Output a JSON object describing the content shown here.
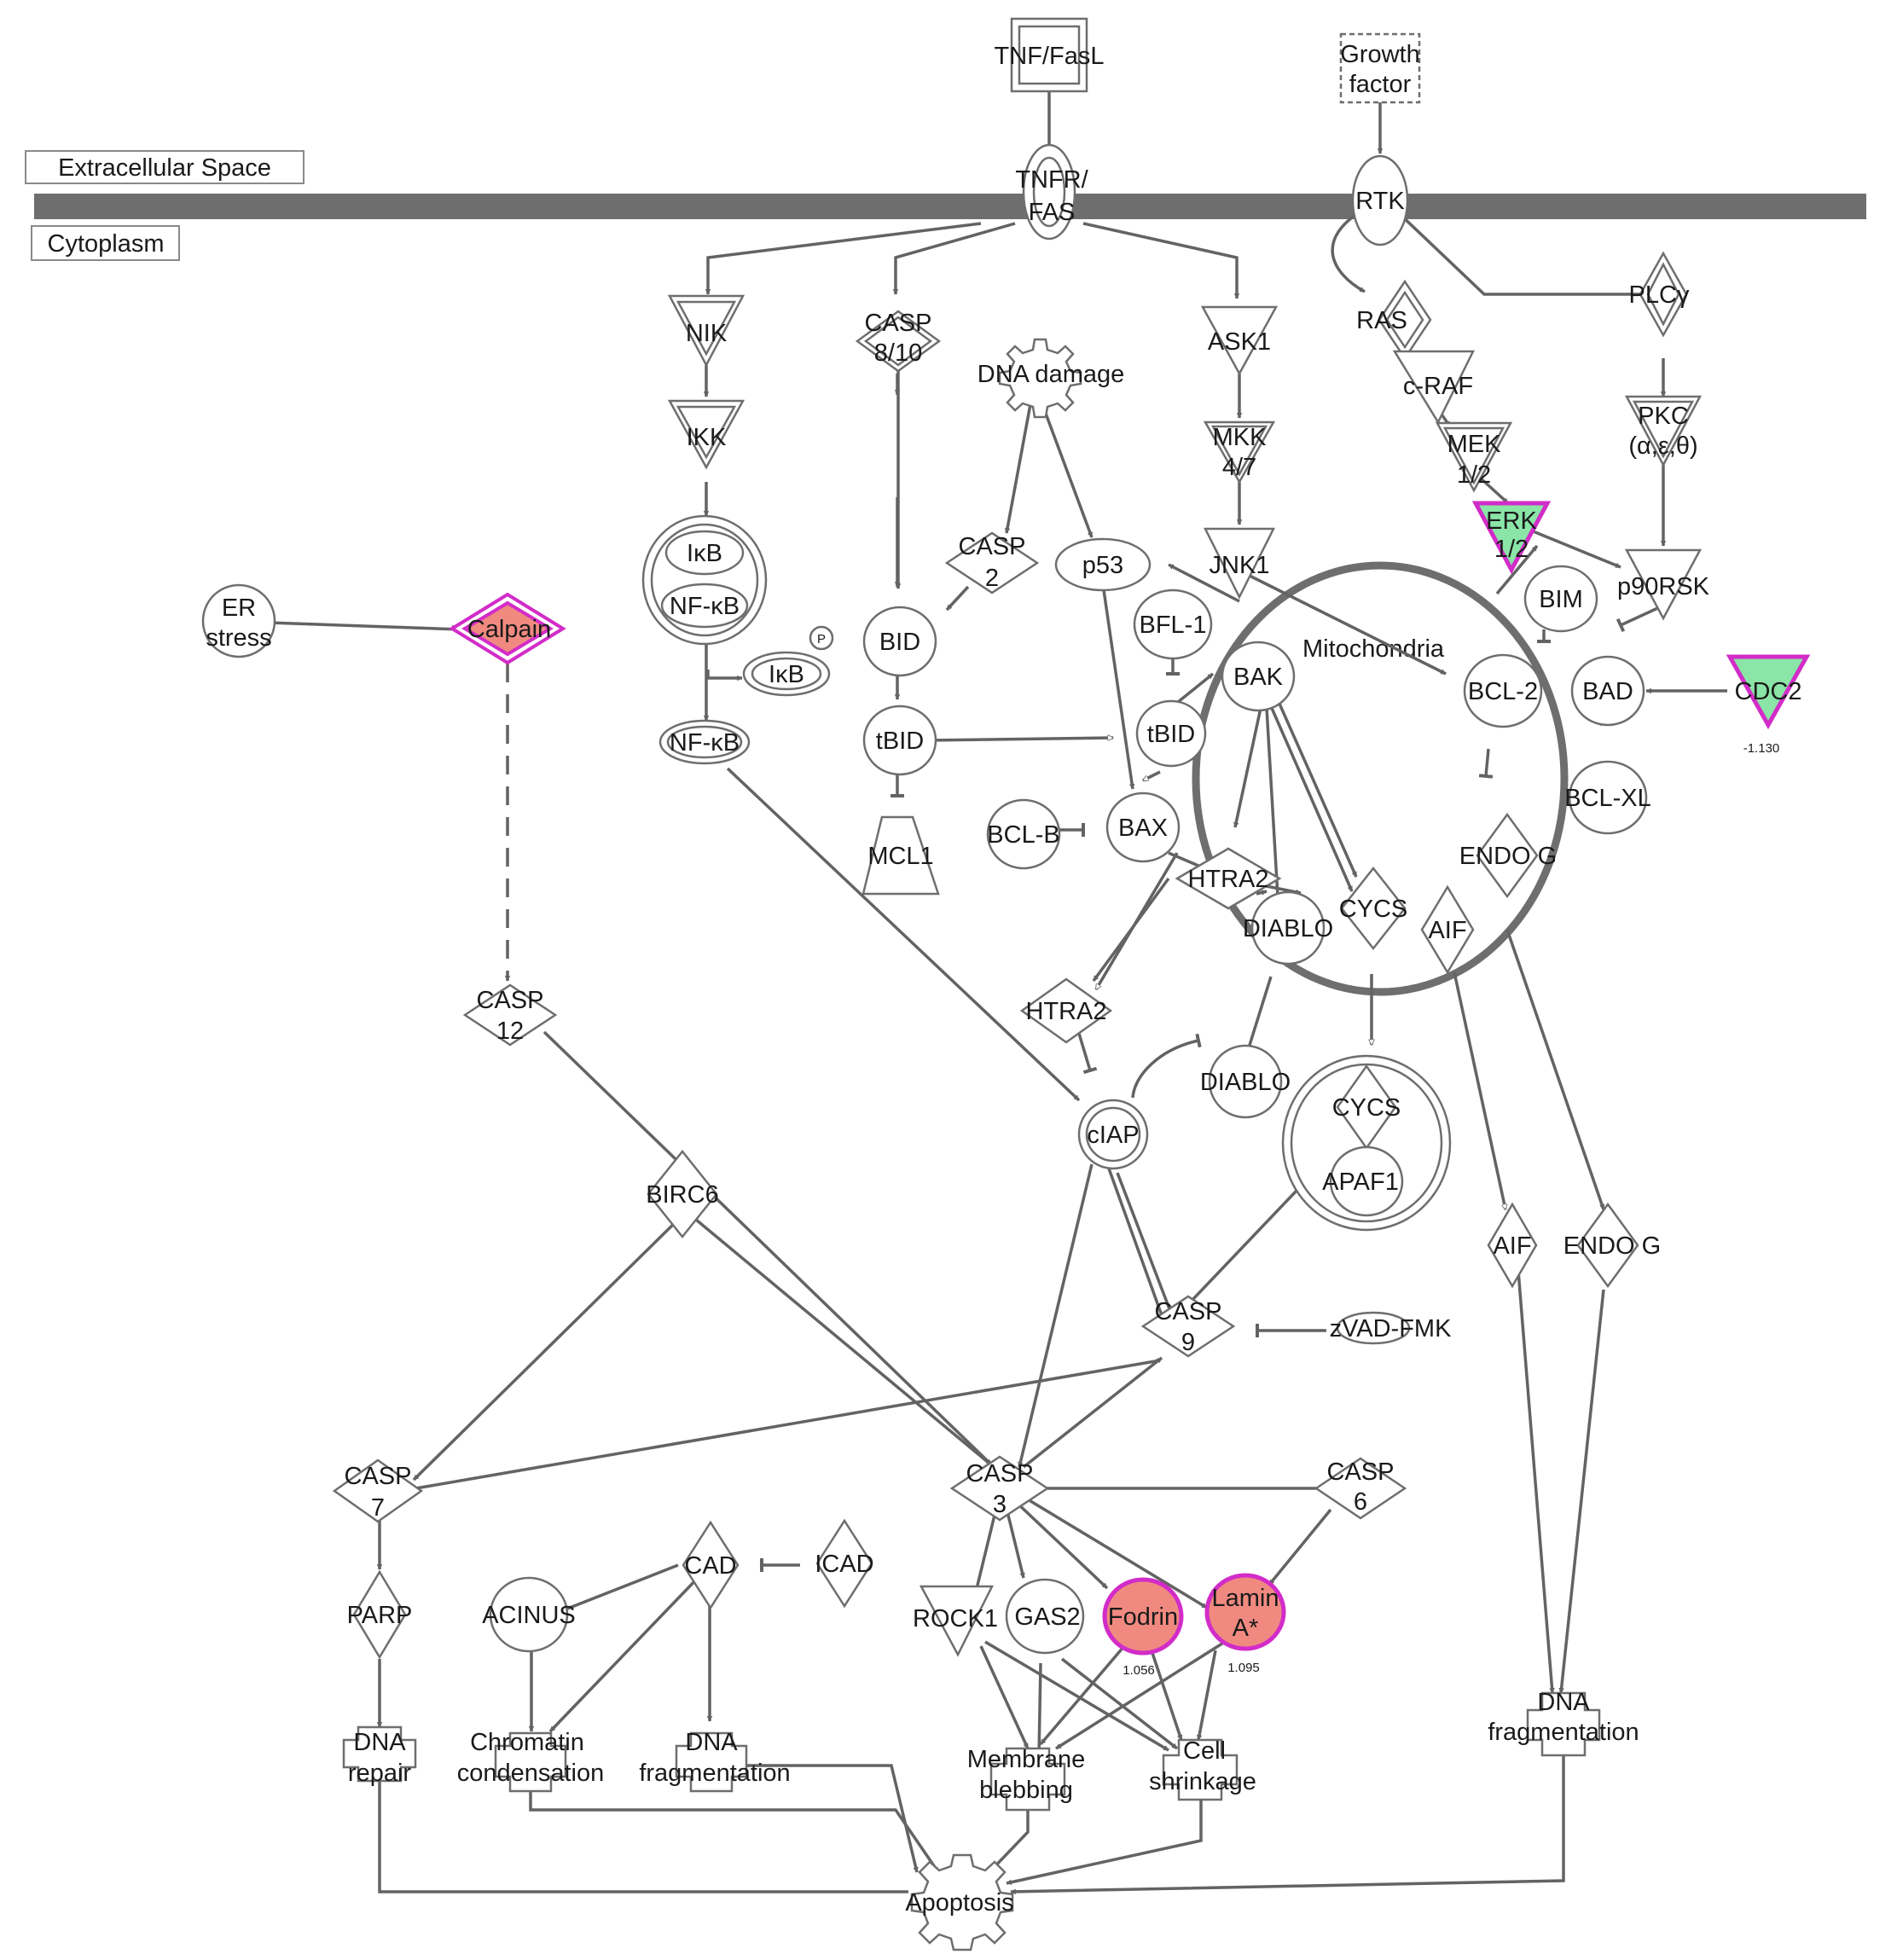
{
  "compartments": {
    "extracellular": "Extracellular Space",
    "cytoplasm": "Cytoplasm",
    "mitochondria": "Mitochondria"
  },
  "colors": {
    "down": "#8ae5a7",
    "up": "#f08a80",
    "highlight_border": "#d22cc8",
    "edge": "#636363",
    "membrane": "#6e6e6e"
  },
  "nodes": {
    "tnf_fasl": "TNF/FasL",
    "growth_factor_1": "Growth",
    "growth_factor_2": "factor",
    "tnfr_1": "TNFR/",
    "tnfr_2": "FAS",
    "rtk": "RTK",
    "nik": "NIK",
    "casp810_1": "CASP",
    "casp810_2": "8/10",
    "dna_damage": "DNA damage",
    "ask1": "ASK1",
    "ras": "RAS",
    "plcg": "PLCγ",
    "craf": "c-RAF",
    "ikk": "IKK",
    "mkk_1": "MKK",
    "mkk_2": "4/7",
    "mek_1": "MEK",
    "mek_2": "1/2",
    "pkc_1": "PKC",
    "pkc_2": "(α,ε,θ)",
    "erk_1": "ERK",
    "erk_2": "1/2",
    "casp2_1": "CASP",
    "casp2_2": "2",
    "p53": "p53",
    "jnk1": "JNK1",
    "ikb": "IκB",
    "nfkb_inner": "NF-κB",
    "bim": "BIM",
    "p90rsk": "p90RSK",
    "er_1": "ER",
    "er_2": "stress",
    "calpain": "Calpain",
    "bid": "BID",
    "bfl1": "BFL-1",
    "phospho": "P",
    "ikb_p": "IκB",
    "bak": "BAK",
    "bcl2": "BCL-2",
    "bad": "BAD",
    "cdc2": "CDC2",
    "nfkb": "NF-κB",
    "tbid_c": "tBID",
    "tbid_m": "tBID",
    "bclxl": "BCL-XL",
    "bclb": "BCL-B",
    "bax": "BAX",
    "mcl1": "MCL1",
    "endog_m": "ENDO G",
    "htra2_m": "HTRA2",
    "cycs_m": "CYCS",
    "diablo_m": "DIABLO",
    "aif_m": "AIF",
    "casp12_1": "CASP",
    "casp12_2": "12",
    "htra2_c": "HTRA2",
    "diablo_c": "DIABLO",
    "cycs_c": "CYCS",
    "ciap": "cIAP",
    "birc6": "BIRC6",
    "apaf1": "APAF1",
    "aif_c": "AIF",
    "endog_c": "ENDO G",
    "casp9_1": "CASP",
    "casp9_2": "9",
    "zvad": "zVAD-FMK",
    "casp7_1": "CASP",
    "casp7_2": "7",
    "casp3_1": "CASP",
    "casp3_2": "3",
    "casp6_1": "CASP",
    "casp6_2": "6",
    "cad": "CAD",
    "icad": "ICAD",
    "parp": "PARP",
    "acinus": "ACINUS",
    "rock1": "ROCK1",
    "gas2": "GAS2",
    "fodrin": "Fodrin",
    "lamin_1": "Lamin",
    "lamin_2": "A*",
    "dnafrag_r_1": "DNA",
    "dnafrag_r_2": "fragmentation",
    "dnarepair_1": "DNA",
    "dnarepair_2": "repair",
    "chromatin_1": "Chromatin",
    "chromatin_2": "condensation",
    "dnafrag_l_1": "DNA",
    "dnafrag_l_2": "fragmentation",
    "membrane_1": "Membrane",
    "membrane_2": "blebbing",
    "cellshrink_1": "Cell",
    "cellshrink_2": "shrinkage",
    "apoptosis": "Apoptosis"
  },
  "values": {
    "cdc2": "-1.130",
    "fodrin": "1.056",
    "lamin": "1.095"
  }
}
